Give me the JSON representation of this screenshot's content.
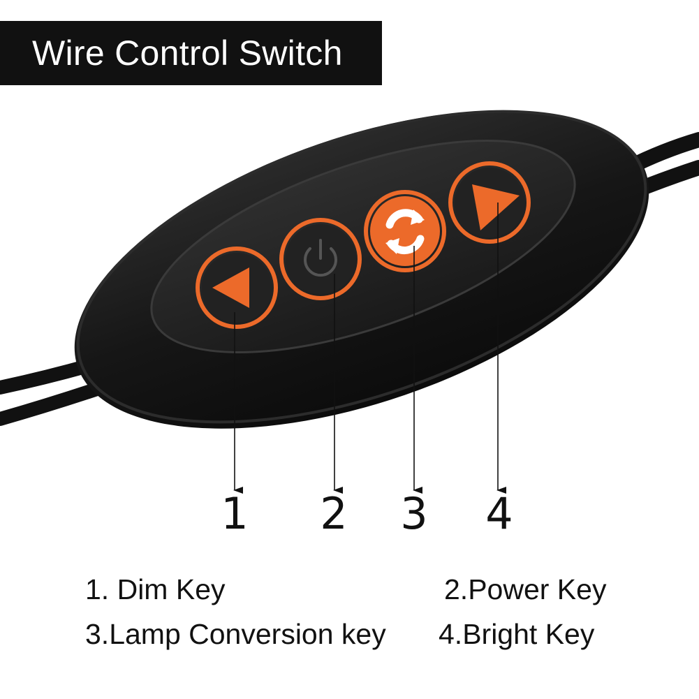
{
  "title": "Wire Control Switch",
  "colors": {
    "banner": "#111111",
    "switch_body": "#161616",
    "button_face": "#1e1e1e",
    "accent_orange": "#ec6a2a",
    "text": "#111111"
  },
  "buttons": [
    {
      "number": "1",
      "icon": "left-triangle-icon"
    },
    {
      "number": "2",
      "icon": "power-icon"
    },
    {
      "number": "3",
      "icon": "lamp-conversion-icon"
    },
    {
      "number": "4",
      "icon": "right-triangle-icon"
    }
  ],
  "legend": {
    "item1": "1. Dim Key",
    "item2": "2.Power Key",
    "item3": "3.Lamp Conversion key",
    "item4": "4.Bright Key"
  }
}
